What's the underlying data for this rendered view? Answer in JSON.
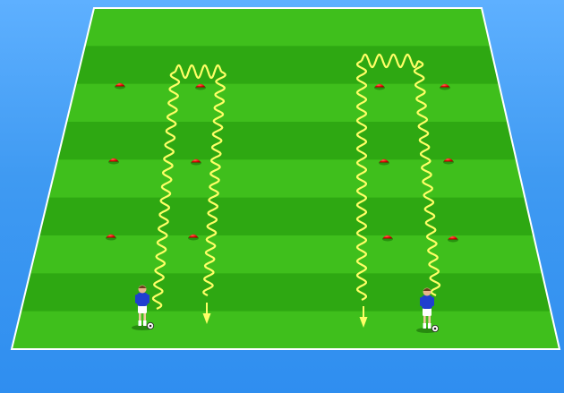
{
  "diagram": {
    "type": "soccer-dribbling-drill",
    "colors": {
      "background": "#3d98f0",
      "pitch_light": "#3fbf1c",
      "pitch_dark": "#2ea812",
      "pitch_outline": "#ffffff",
      "cone": "#e60000",
      "path": "#ffff66",
      "player_shirt": "#1f3fcf",
      "player_shorts": "#ffffff"
    },
    "icons": [
      "cone",
      "player",
      "ball",
      "arrow-head"
    ],
    "grids": [
      {
        "name": "left-grid",
        "cone_columns": 2,
        "cone_rows": 3,
        "players": 1,
        "balls": 1,
        "dribble_paths": 2
      },
      {
        "name": "right-grid",
        "cone_columns": 2,
        "cone_rows": 3,
        "players": 1,
        "balls": 1,
        "dribble_paths": 2
      }
    ]
  }
}
